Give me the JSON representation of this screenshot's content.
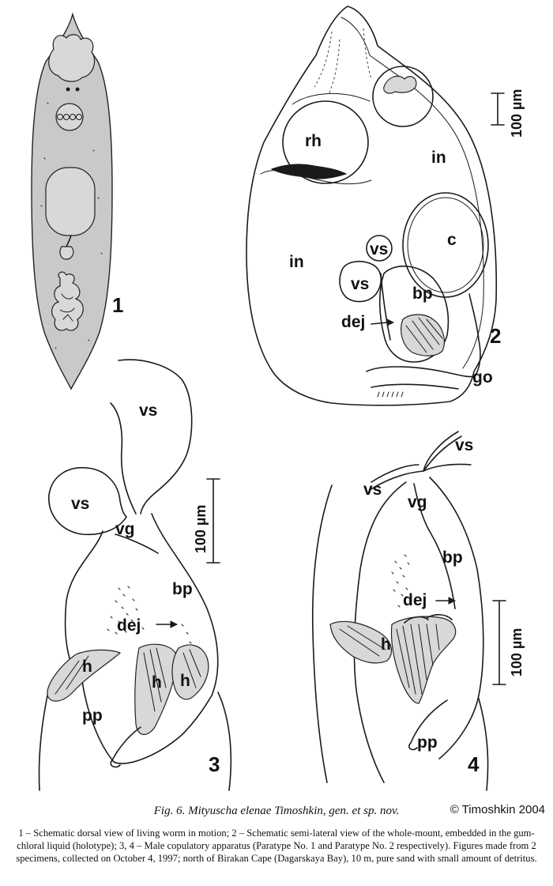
{
  "figure": {
    "labels": {
      "rh": "rh",
      "in": "in",
      "c": "c",
      "vs": "vs",
      "bp": "bp",
      "dej": "dej",
      "go": "go",
      "vg": "vg",
      "h": "h",
      "pp": "pp"
    },
    "figure_numbers": [
      "1",
      "2",
      "3",
      "4"
    ],
    "scale_bar_label": "100 µm"
  },
  "caption": {
    "title": "Fig. 6. Mityuscha elenae Timoshkin, gen. et sp. nov.",
    "copyright": "© Timoshkin 2004",
    "text": "1 – Schematic dorsal view of living worm in motion; 2 – Schematic semi-lateral view of the whole-mount, embedded in the gum-chloral liquid (holotype); 3, 4 – Male copulatory apparatus (Paratype No. 1 and Paratype No. 2 respectively). Figures made from 2 specimens, collected on October 4, 1997; north of Birakan Cape (Dagarskaya Bay), 10 m, pure sand with small amount of detritus."
  },
  "colors": {
    "ink": "#1a1a1a",
    "stipple": "#c9c9c9",
    "paper": "#ffffff"
  }
}
